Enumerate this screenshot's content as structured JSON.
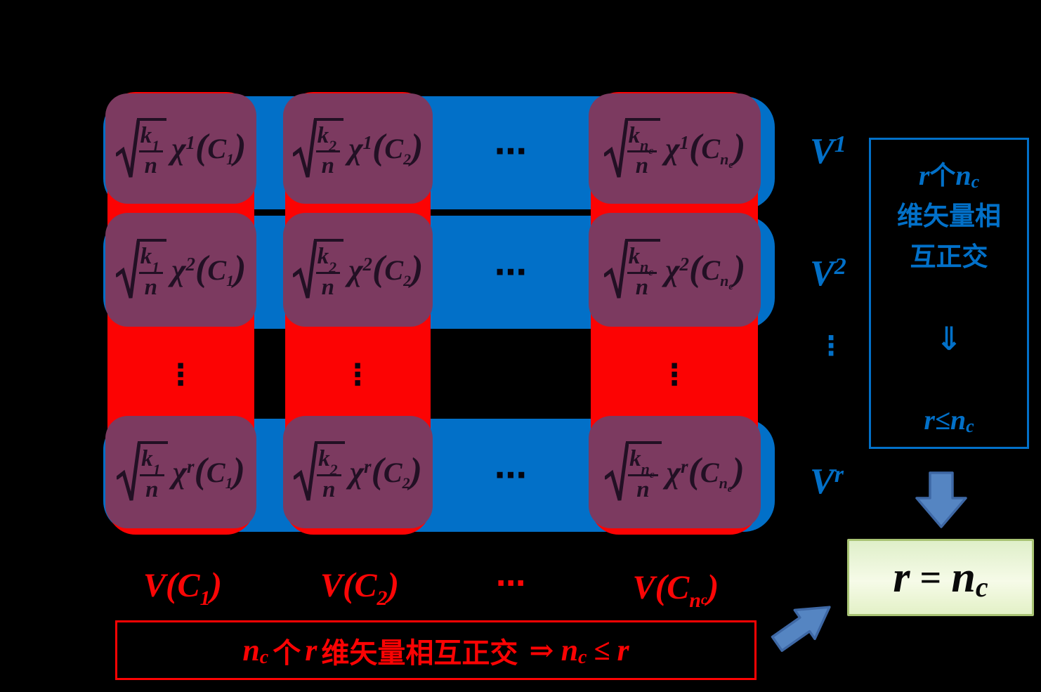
{
  "colors": {
    "background": "#000000",
    "row_blue": "#0270C8",
    "column_red": "#FC0303",
    "cell_purple": "#7C3A60",
    "formula_ink": "#221024",
    "arrow_fill": "#5585C2",
    "arrow_stroke": "#3E68A5",
    "green_box_border": "#A8C373",
    "green_box_fill": "#EAF5D6"
  },
  "matrix": {
    "symbols": {
      "sqrt": "√",
      "k": "k",
      "n": "n",
      "chi": "χ",
      "C": "C",
      "lparen": "(",
      "rparen": ")"
    },
    "row_sups": [
      "1",
      "2",
      "r"
    ],
    "col_subs": [
      {
        "s": "1",
        "ss": ""
      },
      {
        "s": "2",
        "ss": ""
      },
      {
        "s": "n",
        "ss": "c"
      }
    ],
    "row_dots": "⋯",
    "col_dots": "⋮"
  },
  "v_labels": {
    "items": [
      {
        "base": "V",
        "sup": "1"
      },
      {
        "base": "V",
        "sup": "2"
      },
      {
        "base": "V",
        "sup": "r"
      }
    ],
    "dots": "⋮"
  },
  "blue_box": {
    "line1": {
      "r": "r",
      "mid": " 个 ",
      "n": "n",
      "sub": "c"
    },
    "line2": "维矢量相",
    "line3": "互正交",
    "arrow": "⇓",
    "line4": {
      "r": "r",
      "op": " ≤ ",
      "n": "n",
      "sub": "c"
    }
  },
  "green_box": {
    "r": "r",
    "eq": "=",
    "n": "n",
    "sub": "c"
  },
  "bottom_labels": {
    "items": [
      {
        "V": "V",
        "lp": "(",
        "C": "C",
        "sub": "1",
        "subsub": "",
        "rp": ")"
      },
      {
        "V": "V",
        "lp": "(",
        "C": "C",
        "sub": "2",
        "subsub": "",
        "rp": ")"
      },
      {
        "V": "V",
        "lp": "(",
        "C": "C",
        "sub": "n",
        "subsub": "c",
        "rp": ")"
      }
    ],
    "dots": "⋯"
  },
  "red_box": {
    "n1": "n",
    "sub1": "c",
    "mid1": " 个 ",
    "r1": "r",
    "text": "维矢量相互正交",
    "arrow": "⇒",
    "n2": "n",
    "sub2": "c",
    "op": "≤",
    "r2": "r"
  }
}
